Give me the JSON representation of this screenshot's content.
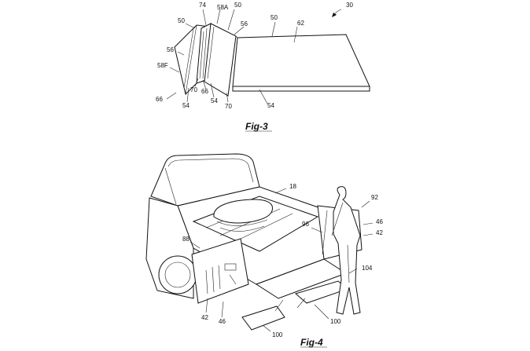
{
  "figures": {
    "fig3": {
      "caption": "Fig-3",
      "refs": {
        "r30": "30",
        "r74": "74",
        "r58a": "58A",
        "r50a": "50",
        "r50b": "50",
        "r50c": "50",
        "r56a": "56",
        "r56b": "56",
        "r62": "62",
        "r58f": "58F",
        "r66a": "66",
        "r66b": "66",
        "r70a": "70",
        "r70b": "70",
        "r54a": "54",
        "r54b": "54",
        "r54c": "54"
      }
    },
    "fig4": {
      "caption": "Fig-4",
      "refs": {
        "r18": "18",
        "r92": "92",
        "r46a": "46",
        "r42a": "42",
        "r96": "96",
        "r88": "88",
        "r104": "104",
        "r42b": "42",
        "r46b": "46",
        "r100a": "100",
        "r100b": "100"
      }
    }
  }
}
